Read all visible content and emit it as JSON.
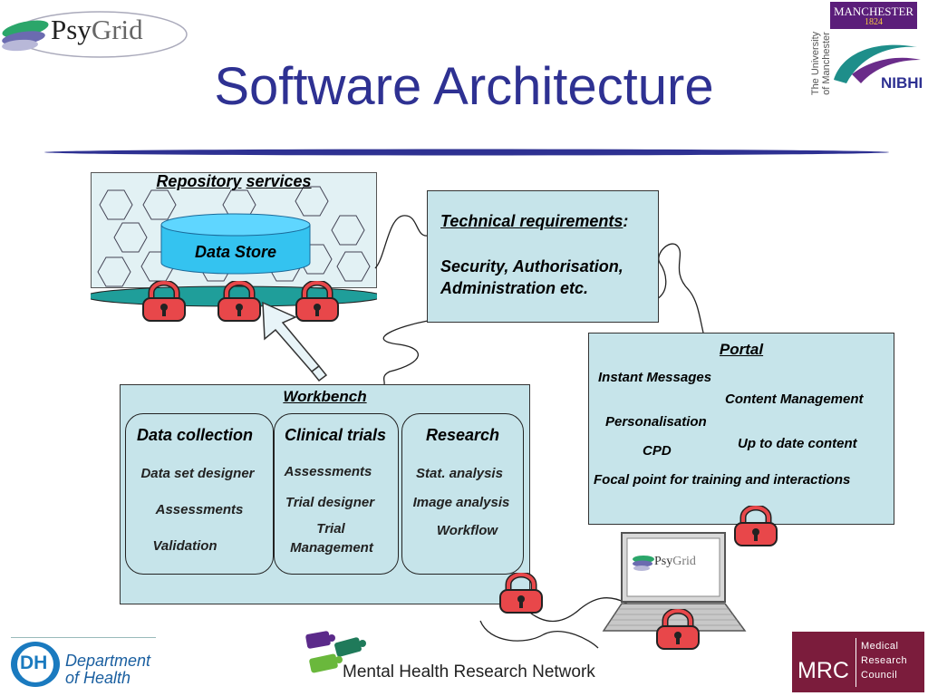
{
  "slide": {
    "title": "Software Architecture"
  },
  "logos": {
    "psygrid_psy": "Psy",
    "psygrid_grid": "Grid",
    "manchester_name": "MANCHESTER",
    "manchester_year": "1824",
    "uom_text": "The University of Manchester",
    "nibhi": "NIBHI",
    "dh_short": "DH",
    "dh_line1": "Department",
    "dh_line2": "of Health",
    "mhrn": "Mental Health Research Network",
    "mrc_short": "MRC",
    "mrc_line1": "Medical",
    "mrc_line2": "Research",
    "mrc_line3": "Council",
    "laptop_psy": "Psy",
    "laptop_grid": "Grid"
  },
  "repository": {
    "title_word1": "Repository",
    "title_word2": "services",
    "data_store": "Data Store"
  },
  "technical": {
    "title": "Technical requirements",
    "colon": ":",
    "body_line1": "Security, Authorisation,",
    "body_line2": "Administration etc."
  },
  "portal": {
    "title": "Portal",
    "items": {
      "instant_messages": "Instant Messages",
      "content_management": "Content Management",
      "personalisation": "Personalisation",
      "up_to_date": "Up to date content",
      "cpd": "CPD",
      "focal_point": "Focal point for training and interactions"
    }
  },
  "workbench": {
    "title": "Workbench",
    "columns": [
      {
        "title": "Data collection",
        "items": [
          "Data set designer",
          "Assessments",
          "Validation"
        ]
      },
      {
        "title": "Clinical trials",
        "items": [
          "Assessments",
          "Trial designer",
          "Trial",
          "Management"
        ]
      },
      {
        "title": "Research",
        "items": [
          "Stat. analysis",
          "Image analysis",
          "Workflow"
        ]
      }
    ]
  },
  "colors": {
    "title": "#2e3192",
    "box_fill": "#c6e4ea",
    "cylinder": "#34c3f0",
    "platform": "#1f9e9a",
    "lock": "#e8474a",
    "mrc": "#7b1c3c",
    "manchester": "#5b1e7a"
  }
}
